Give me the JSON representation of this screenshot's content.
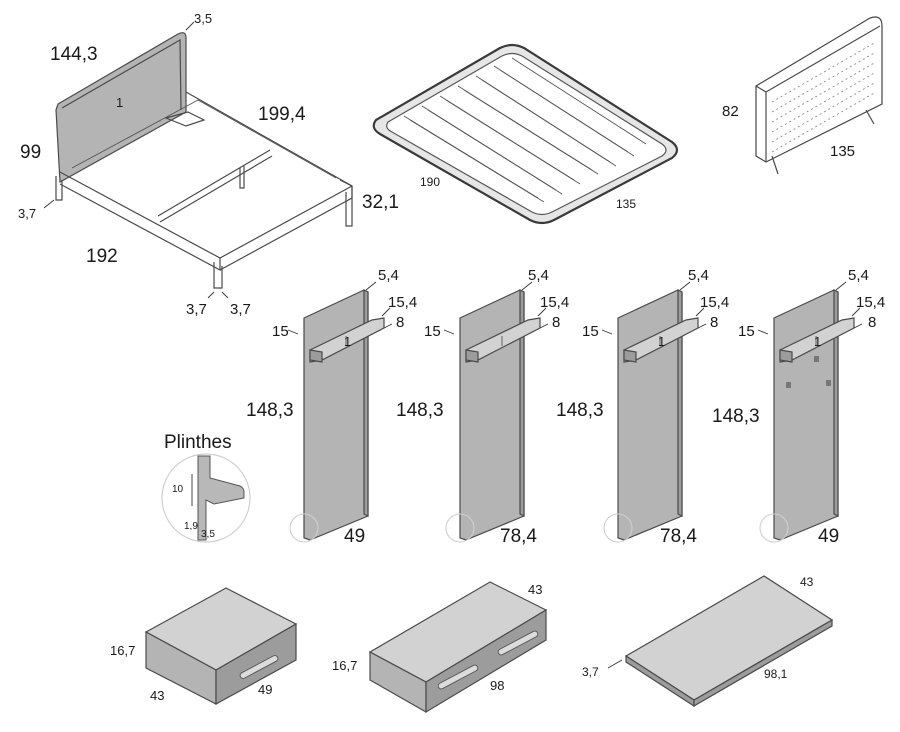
{
  "bed": {
    "headboard_label": "1",
    "dims": {
      "headboard_width": "144,3",
      "headboard_thickness": "3,5",
      "length": "199,4",
      "height": "99",
      "leg": "3,7",
      "width": "192",
      "side_height": "32,1",
      "foot_leg_a": "3,7",
      "foot_leg_b": "3,7"
    }
  },
  "slat_base": {
    "length": "190",
    "width": "135"
  },
  "mattress_panel": {
    "height": "82",
    "width": "135"
  },
  "plinth_inset": {
    "title": "Plinthes",
    "height": "10",
    "depth_a": "1,9",
    "depth_b": "3,5"
  },
  "wall_panels": [
    {
      "top_depth": "5,4",
      "shelf_depth": "15,4",
      "shelf_height": "8",
      "shelf_offset": "15",
      "panel_label": "1",
      "height": "148,3",
      "width": "49"
    },
    {
      "top_depth": "5,4",
      "shelf_depth": "15,4",
      "shelf_height": "8",
      "shelf_offset": "15",
      "panel_label": "",
      "height": "148,3",
      "width": "78,4"
    },
    {
      "top_depth": "5,4",
      "shelf_depth": "15,4",
      "shelf_height": "8",
      "shelf_offset": "15",
      "panel_label": "1",
      "height": "148,3",
      "width": "78,4"
    },
    {
      "top_depth": "5,4",
      "shelf_depth": "15,4",
      "shelf_height": "8",
      "shelf_offset": "15",
      "panel_label": "1",
      "height": "148,3",
      "width": "49"
    }
  ],
  "nightstand": {
    "height": "16,7",
    "depth": "43",
    "width": "49"
  },
  "drawer_long": {
    "depth": "43",
    "height": "16,7",
    "width": "98"
  },
  "shelf_board": {
    "depth": "43",
    "thickness": "3,7",
    "width": "98,1"
  }
}
